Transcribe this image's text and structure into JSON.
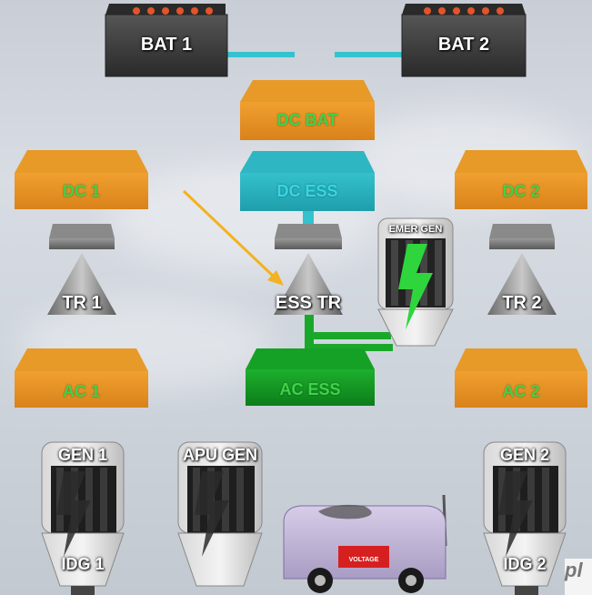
{
  "batteries": [
    {
      "label": "BAT 1"
    },
    {
      "label": "BAT 2"
    }
  ],
  "buses": {
    "dc_bat": "DC BAT",
    "dc1": "DC 1",
    "dc_ess": "DC ESS",
    "dc2": "DC 2",
    "ac1": "AC 1",
    "ac_ess": "AC ESS",
    "ac2": "AC 2"
  },
  "transformers": {
    "tr1": "TR 1",
    "ess_tr": "ESS TR",
    "tr2": "TR 2"
  },
  "emergency_generator": "EMER GEN",
  "generators": [
    {
      "top": "GEN 1",
      "bottom": "IDG 1"
    },
    {
      "top": "APU GEN",
      "bottom": ""
    },
    {
      "top": "GEN 2",
      "bottom": "IDG 2"
    }
  ],
  "ground_power_cart": {
    "label": "VOLTAGE"
  },
  "watermark": "pl",
  "colors": {
    "orange_bus": "#e6901e",
    "teal_bus": "#2bb5c2",
    "green_bus": "#139b24",
    "battery": "#3a3a3a",
    "bus_text": "#3fd24a",
    "link": "#35c2cf",
    "green_link": "#1aa82a",
    "arrow": "#f3b21f"
  }
}
